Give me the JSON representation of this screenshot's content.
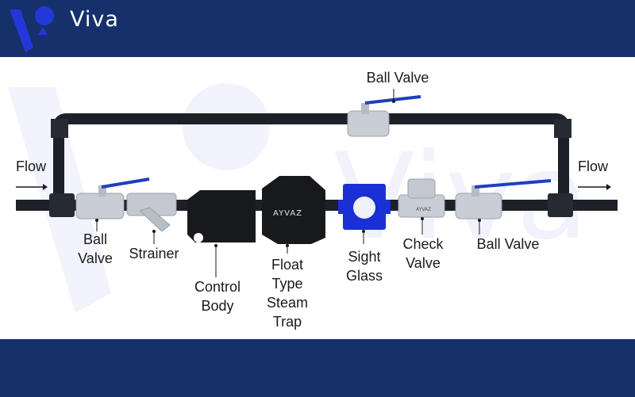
{
  "brand": {
    "name": "Viva",
    "colors": {
      "bar": "#15306b",
      "accent": "#2438d8",
      "pipe": "#1d2027"
    }
  },
  "flow_left": "Flow",
  "flow_right": "Flow",
  "labels": {
    "ball_valve_top": "Ball Valve",
    "ball_valve_left": [
      "Ball",
      "Valve"
    ],
    "strainer": "Strainer",
    "control_body": [
      "Control",
      "Body"
    ],
    "float_trap": [
      "Float",
      "Type",
      "Steam",
      "Trap"
    ],
    "sight_glass": [
      "Sight",
      "Glass"
    ],
    "check_valve": [
      "Check",
      "Valve"
    ],
    "ball_valve_right": "Ball Valve"
  },
  "trap_brand": "AYVAZ",
  "check_valve_brand": "AYVAZ"
}
